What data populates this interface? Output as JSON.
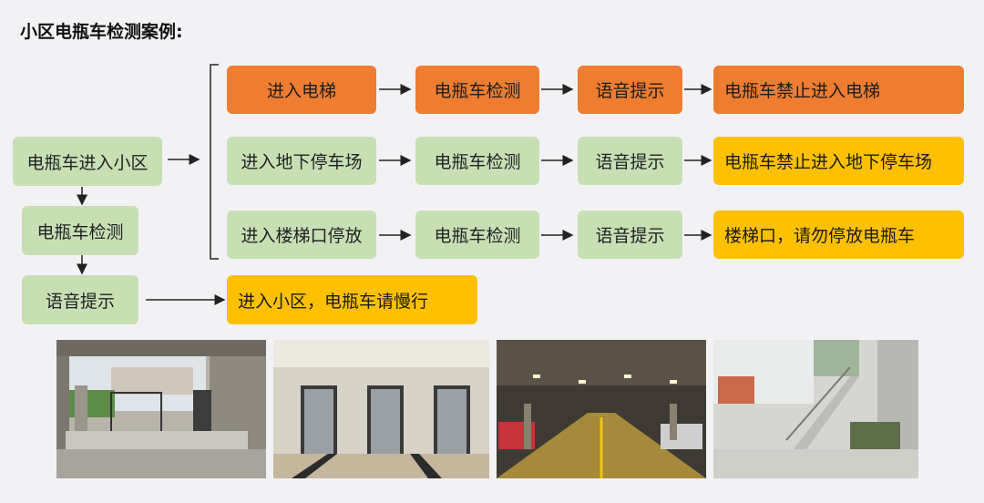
{
  "title": "小区电瓶车检测案例:",
  "main_flow": {
    "enter_community": "电瓶车进入小区",
    "detect": "电瓶车检测",
    "voice": "语音提示",
    "result": "进入小区，电瓶车请慢行"
  },
  "branches": [
    {
      "start": "进入电梯",
      "detect": "电瓶车检测",
      "voice": "语音提示",
      "result": "电瓶车禁止进入电梯",
      "result_color": "#ee7d31"
    },
    {
      "start": "进入地下停车场",
      "detect": "电瓶车检测",
      "voice": "语音提示",
      "result": "电瓶车禁止进入地下停车场",
      "result_color": "#fec000"
    },
    {
      "start": "进入楼梯口停放",
      "detect": "电瓶车检测",
      "voice": "语音提示",
      "result": "楼梯口，请勿停放电瓶车",
      "result_color": "#fec000"
    }
  ],
  "colors": {
    "green": "#c6e0b4",
    "orange": "#ee7d31",
    "yellow": "#fec000"
  },
  "photos": [
    "community-gate-photo",
    "elevator-lobby-photo",
    "underground-parking-photo",
    "stairwell-photo"
  ]
}
